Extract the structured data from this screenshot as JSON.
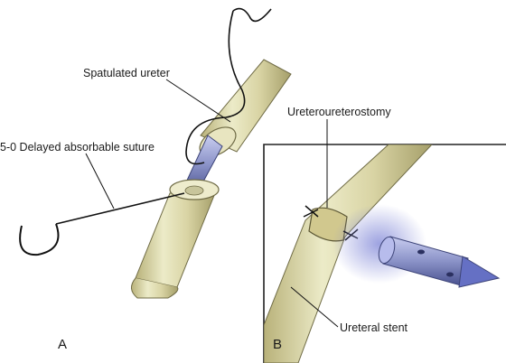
{
  "labels": {
    "spatulated_ureter": "Spatulated ureter",
    "suture": "5-0 Delayed absorbable suture",
    "ureteroureterostomy": "Ureteroureterostomy",
    "ureteral_stent": "Ureteral stent"
  },
  "panels": {
    "a": "A",
    "b": "B"
  },
  "colors": {
    "ureter_fill": "#d9d4a4",
    "ureter_highlight": "#eeeccd",
    "ureter_edge": "#6f6b45",
    "stent_blue": "#8b93c8",
    "stent_blue_dark": "#4a5290",
    "suture": "#111111",
    "frame": "#222222"
  }
}
